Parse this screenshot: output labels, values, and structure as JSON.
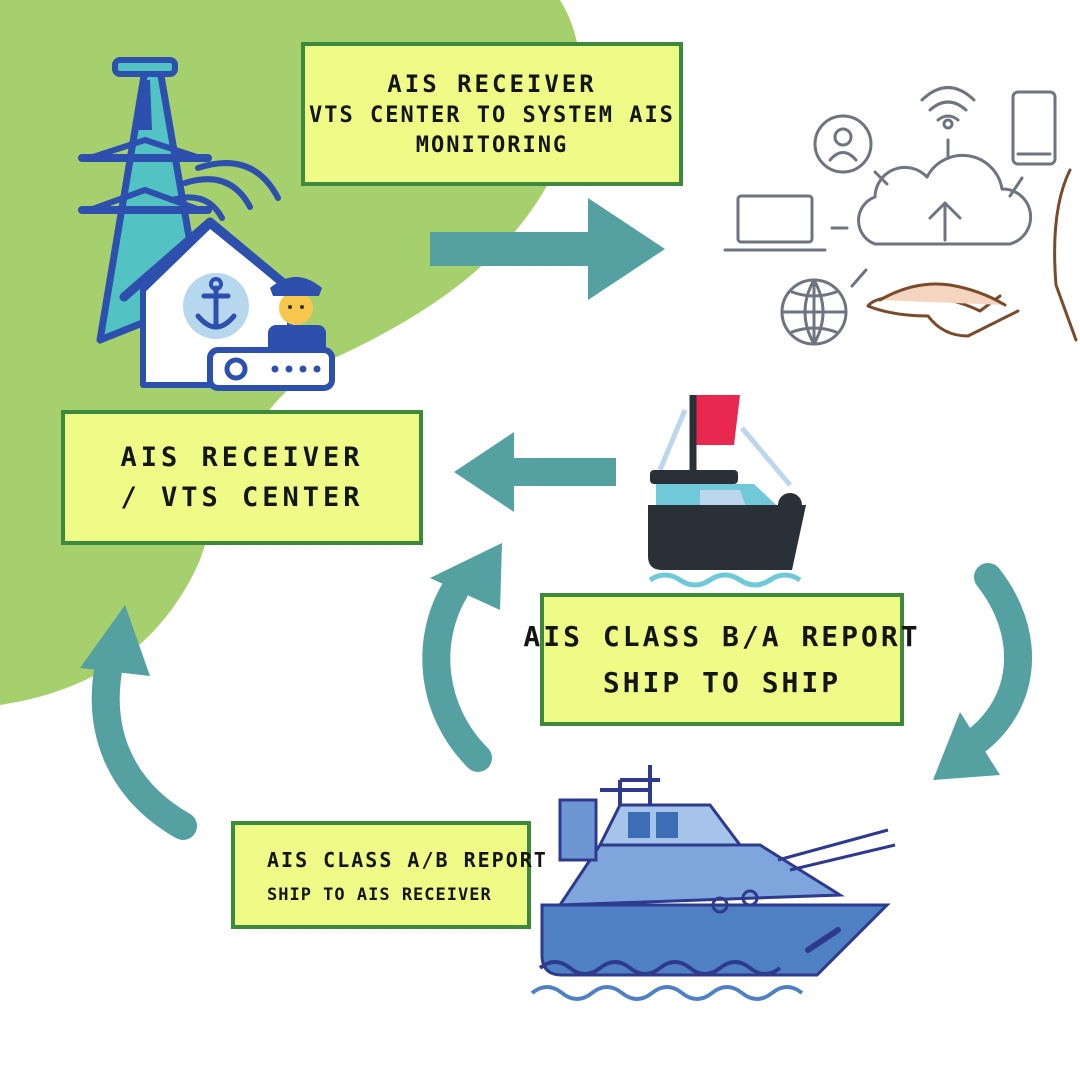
{
  "diagram": {
    "top_box": {
      "line1": "AIS RECEIVER",
      "line2": "VTS CENTER TO SYSTEM AIS",
      "line3": "MONITORING"
    },
    "vts_box": {
      "line1": "AIS RECEIVER",
      "line2": "/ VTS CENTER"
    },
    "ship_to_ship_box": {
      "line1": "AIS CLASS B/A REPORT",
      "line2": "SHIP TO SHIP"
    },
    "ship_to_receiver_box": {
      "line1": "AIS CLASS A/B REPORT",
      "line2": "SHIP TO AIS RECEIVER"
    }
  },
  "icons": [
    "radio-tower-icon",
    "harbor-house-icon",
    "anchor-icon",
    "officer-icon",
    "ais-receiver-device-icon",
    "cloud-network-icon",
    "small-boat-icon",
    "large-ship-icon"
  ],
  "colors": {
    "background_blob": "#a6d06d",
    "label_fill": "#eefc87",
    "label_border": "#3e8a3c",
    "arrow": "#55a0a0"
  }
}
